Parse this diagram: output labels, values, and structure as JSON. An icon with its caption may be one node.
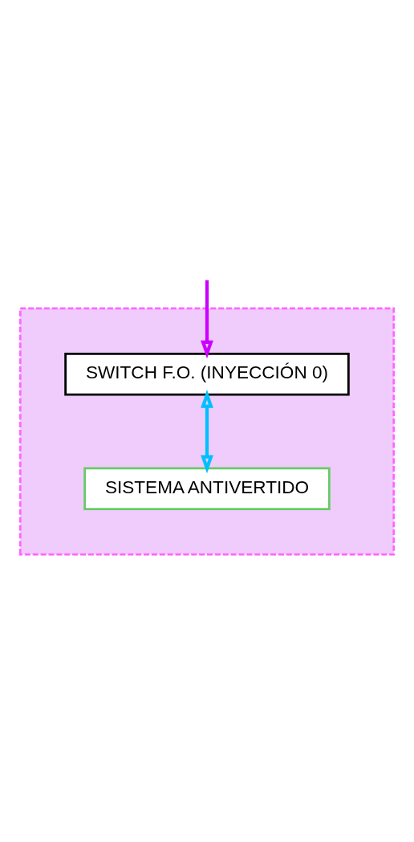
{
  "diagram": {
    "nodes": [
      {
        "text": [],
        "shape": "box"
      },
      {
        "text": [
          "SWITCH F.O. (INYECCIÓN 0)"
        ],
        "in": 0
      },
      {
        "text": [
          "SISTEMA ANTIVERTIDO"
        ],
        "in": 0
      }
    ],
    "edges": [
      {
        "from": null,
        "to": 1,
        "arrow": "to",
        "color": "#cc00ff"
      },
      {
        "from": 1,
        "to": 2,
        "arrow": "both",
        "color": "#00bfff"
      }
    ]
  }
}
